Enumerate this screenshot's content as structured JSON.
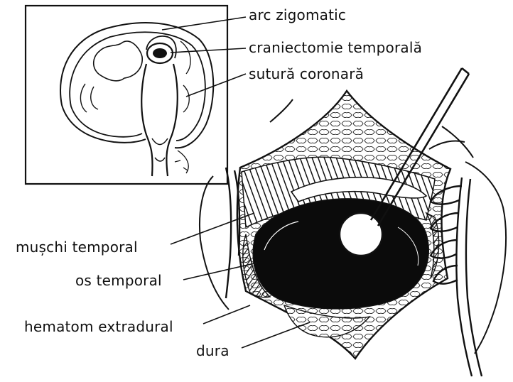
{
  "labels": {
    "arc_zigomatic": "arc zigomatic",
    "craniectomie_temporala": "craniectomie temporală",
    "sutura_coronara": "sutură coronară",
    "muschi_temporal": "mușchi temporal",
    "os_temporal": "os temporal",
    "hematom_extradural": "hematom extradural",
    "dura": "dura"
  }
}
